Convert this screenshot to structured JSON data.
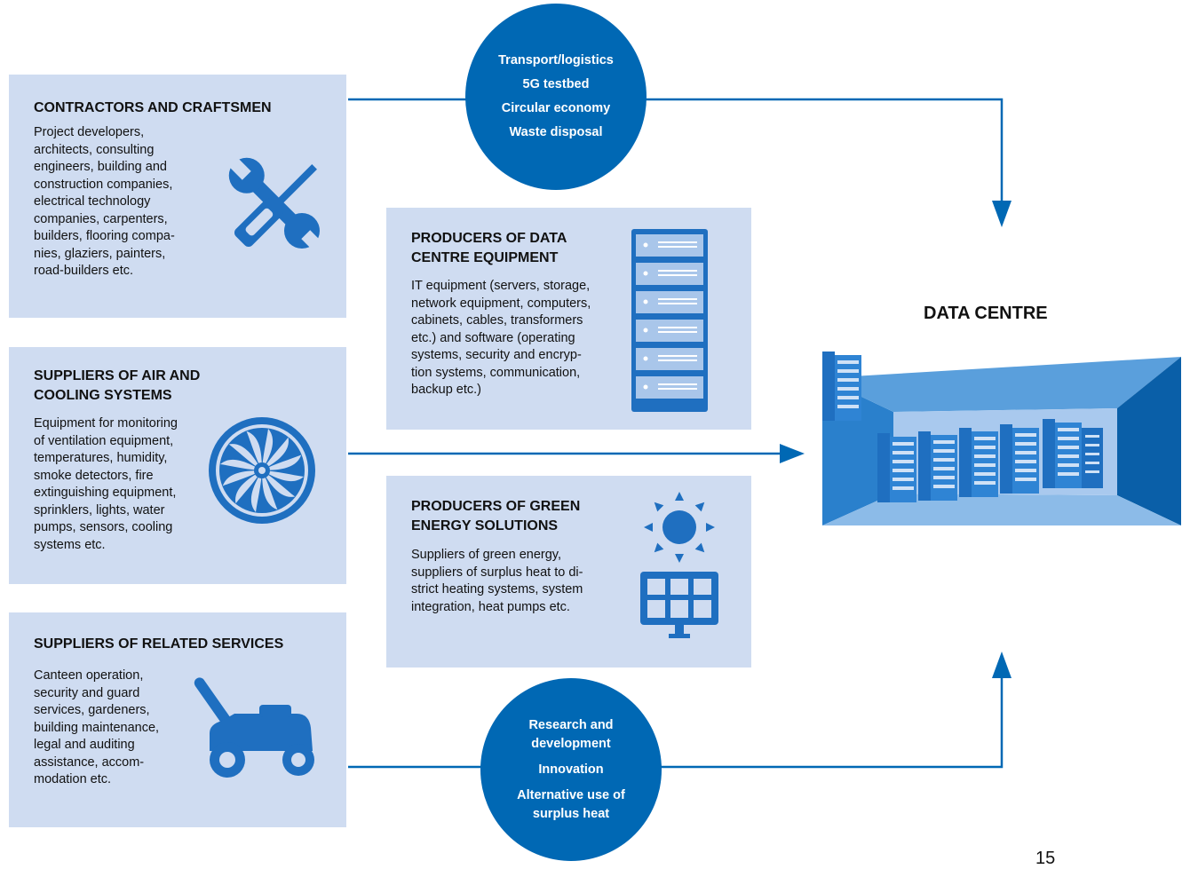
{
  "contractors": {
    "title": "CONTRACTORS AND CRAFTSMEN",
    "text": "Project developers,\narchitects, consulting\nengineers, building and\nconstruction companies,\nelectrical technology\ncompanies, carpenters,\nbuilders, flooring compa-\nnies, glaziers, painters,\nroad-builders etc.",
    "icon": "wrench-screwdriver-icon"
  },
  "air_cooling": {
    "title": "SUPPLIERS OF AIR AND\nCOOLING SYSTEMS",
    "text": "Equipment for monitoring\nof ventilation equipment,\ntemperatures, humidity,\nsmoke detectors, fire\nextinguishing equipment,\nsprinklers, lights, water\npumps, sensors, cooling\nsystems etc.",
    "icon": "fan-icon"
  },
  "related_services": {
    "title": "SUPPLIERS OF RELATED SERVICES",
    "text": "Canteen operation,\nsecurity and guard\nservices, gardeners,\nbuilding maintenance,\nlegal and auditing\nassistance, accom-\nmodation etc.",
    "icon": "lawnmower-icon"
  },
  "equipment": {
    "title": "PRODUCERS OF DATA\nCENTRE EQUIPMENT",
    "text": "IT equipment (servers, storage,\nnetwork equipment, computers,\ncabinets, cables, transformers\netc.) and software (operating\nsystems, security and encryp-\ntion systems, communication,\nbackup etc.)",
    "icon": "server-rack-icon"
  },
  "green_energy": {
    "title": "PRODUCERS OF GREEN\nENERGY SOLUTIONS",
    "text": "Suppliers of green energy,\nsuppliers of surplus heat to di-\nstrict heating systems, system\nintegration, heat pumps etc.",
    "icons": [
      "sun-icon",
      "solar-panel-icon"
    ]
  },
  "top_bubble": {
    "items": [
      "Transport/logistics",
      "5G testbed",
      "Circular economy",
      "Waste disposal"
    ]
  },
  "bottom_bubble": {
    "items": [
      "Research and\ndevelopment",
      "Innovation",
      "Alternative use of\nsurplus heat"
    ]
  },
  "data_centre": {
    "label": "DATA CENTRE",
    "icon": "data-centre-hall-icon"
  },
  "page_number": "15",
  "colors": {
    "box_fill": "#cfdcf1",
    "accent_blue": "#0068b4",
    "icon_blue": "#1f6fc0"
  }
}
